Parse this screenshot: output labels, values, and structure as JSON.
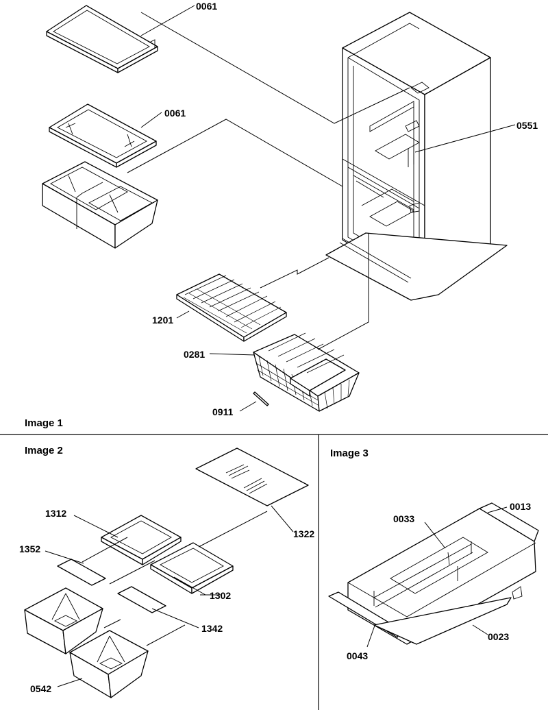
{
  "image1": {
    "caption": "Image 1",
    "parts": {
      "p0061a": "0061",
      "p0061b": "0061",
      "p0551": "0551",
      "p1201": "1201",
      "p0281": "0281",
      "p0911": "0911"
    }
  },
  "image2": {
    "caption": "Image 2",
    "parts": {
      "p1312": "1312",
      "p1352": "1352",
      "p1322": "1322",
      "p1302": "1302",
      "p1342": "1342",
      "p0542": "0542"
    }
  },
  "image3": {
    "caption": "Image 3",
    "parts": {
      "p0033": "0033",
      "p0013": "0013",
      "p0043": "0043",
      "p0023": "0023"
    }
  }
}
